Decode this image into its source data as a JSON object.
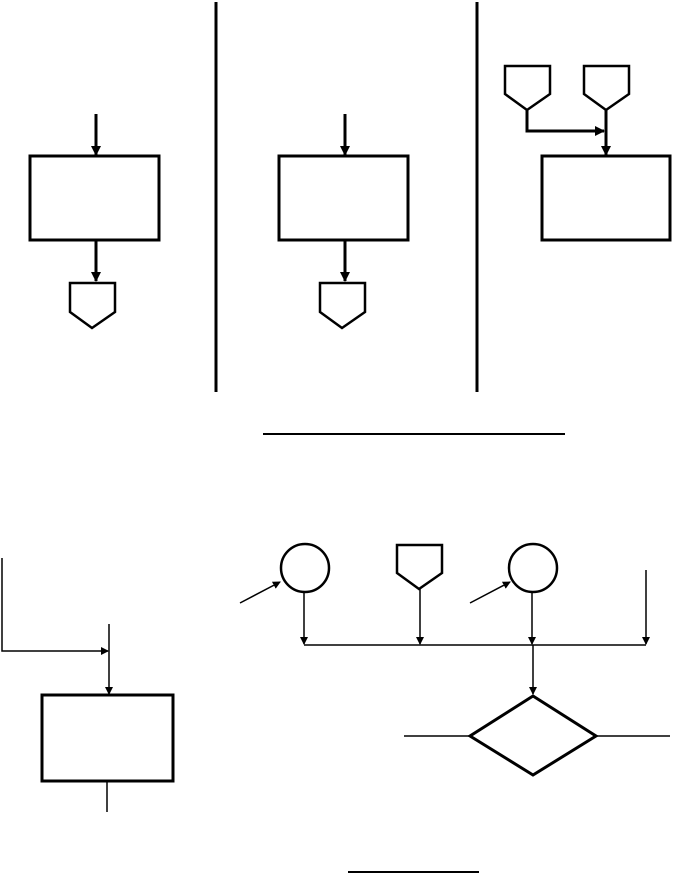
{
  "diagram": {
    "line_color": "#000000",
    "background": "#ffffff",
    "panels": [
      {
        "id": "panel-1",
        "nodes": [
          "process-box",
          "offpage-connector"
        ]
      },
      {
        "id": "panel-2",
        "nodes": [
          "process-box",
          "offpage-connector"
        ]
      },
      {
        "id": "panel-3",
        "nodes": [
          "offpage-connector-left",
          "offpage-connector-right",
          "process-box"
        ]
      },
      {
        "id": "lower-left",
        "nodes": [
          "process-box"
        ]
      },
      {
        "id": "lower-right",
        "nodes": [
          "connector-circle-left",
          "offpage-connector",
          "connector-circle-right",
          "decision-diamond"
        ]
      }
    ]
  }
}
